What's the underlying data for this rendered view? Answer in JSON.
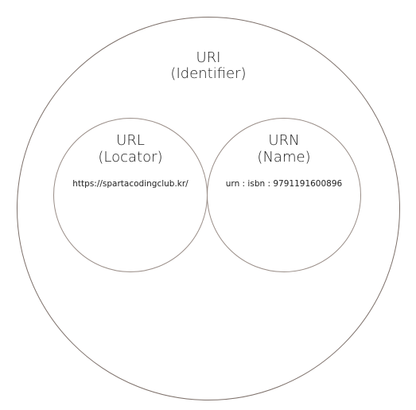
{
  "uri": {
    "title": "URI",
    "subtitle": "(Identifier)"
  },
  "url": {
    "title": "URL",
    "subtitle": "(Locator)",
    "example": "https://spartacodingclub.kr/"
  },
  "urn": {
    "title": "URN",
    "subtitle": "(Name)",
    "example": "urn : isbn : 9791191600896"
  },
  "colors": {
    "outline": "#7d706a",
    "inner_outline": "#9a8e88",
    "text": "#1a1a1a"
  }
}
